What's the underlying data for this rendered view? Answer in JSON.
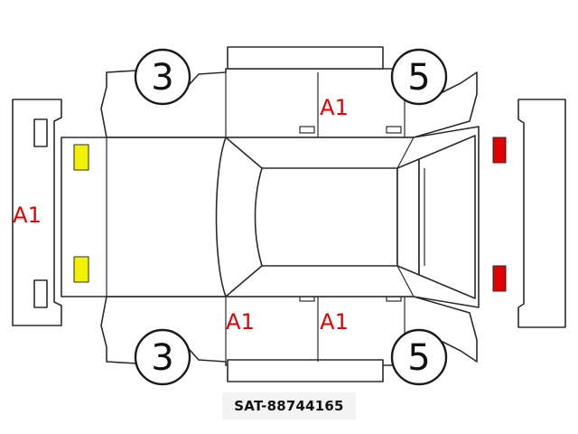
{
  "diagram": {
    "tires": {
      "top_left": "3",
      "top_right": "5",
      "bottom_left": "3",
      "bottom_right": "5"
    },
    "damage_marks": {
      "front_bumper": "A1",
      "right_doors": "A1",
      "left_front_door": "A1",
      "left_rear_door": "A1"
    },
    "lamp_colors": {
      "front_lamps": "#f2f200",
      "rear_lamps": "#e00000"
    },
    "mark_color": "#e00000"
  },
  "stock_number": "SAT-88744165"
}
